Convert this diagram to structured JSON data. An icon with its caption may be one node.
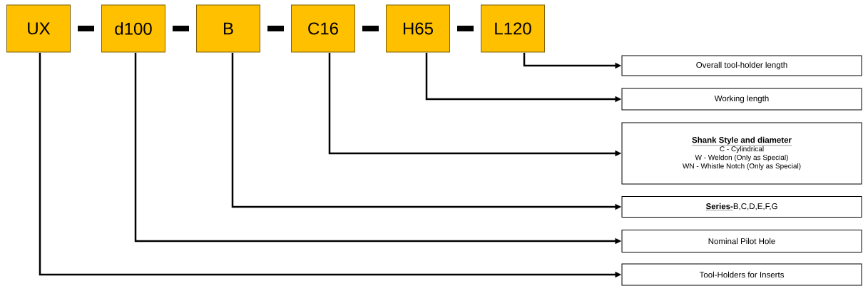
{
  "diagram": {
    "nodes": [
      {
        "text": [
          "UX"
        ]
      },
      {
        "text": [
          "d100"
        ]
      },
      {
        "text": [
          "B"
        ]
      },
      {
        "text": [
          "C16"
        ]
      },
      {
        "text": [
          "H65"
        ]
      },
      {
        "text": [
          "L120"
        ]
      },
      {
        "text": [
          "Overall tool-holder length"
        ]
      },
      {
        "text": [
          "Working length"
        ]
      },
      {
        "text": [
          "Shank Style and diameter",
          "C - Cylindrical",
          "W - Weldon (Only as Special)",
          "WN - Whistle Notch (Only as Special)"
        ]
      },
      {
        "text": [
          "Series-",
          "B,C,D,E,F,G"
        ]
      },
      {
        "text": [
          "Nominal Pilot Hole"
        ]
      },
      {
        "text": [
          "Tool-Holders for Inserts"
        ]
      }
    ],
    "edges": [
      {
        "from": 0,
        "to": 1,
        "arrow": "none",
        "style": "thick"
      },
      {
        "from": 1,
        "to": 2,
        "arrow": "none",
        "style": "thick"
      },
      {
        "from": 2,
        "to": 3,
        "arrow": "none",
        "style": "thick"
      },
      {
        "from": 3,
        "to": 4,
        "arrow": "none",
        "style": "thick"
      },
      {
        "from": 4,
        "to": 5,
        "arrow": "none",
        "style": "thick"
      },
      {
        "from": 5,
        "to": 6,
        "arrow": "to"
      },
      {
        "from": 4,
        "to": 7,
        "arrow": "to"
      },
      {
        "from": 3,
        "to": 8,
        "arrow": "to"
      },
      {
        "from": 2,
        "to": 9,
        "arrow": "to"
      },
      {
        "from": 1,
        "to": 10,
        "arrow": "to"
      },
      {
        "from": 0,
        "to": 11,
        "arrow": "to"
      }
    ]
  }
}
